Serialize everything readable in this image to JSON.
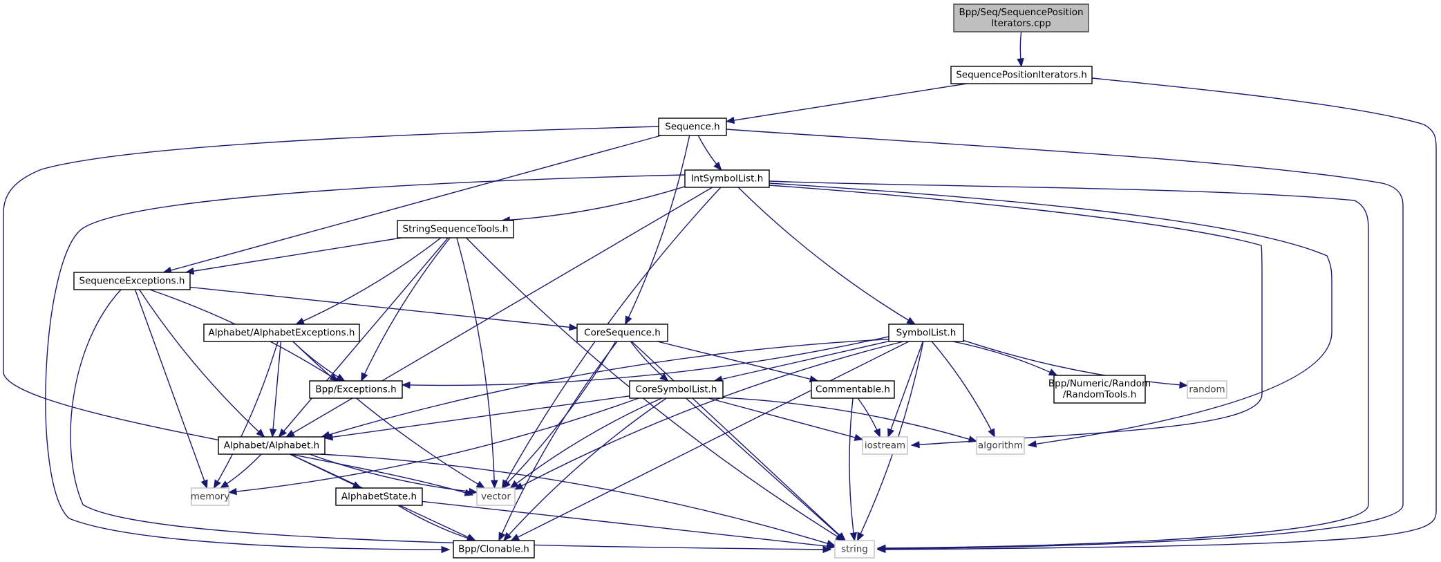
{
  "graph": {
    "title": "Include dependency graph for Bpp/Seq/SequencePositionIterators.cpp",
    "edge_color": "#191970",
    "nodes": [
      {
        "id": "root",
        "label": [
          "Bpp/Seq/SequencePosition",
          "Iterators.cpp"
        ],
        "kind": "focus",
        "fill": "#bfbfbf"
      },
      {
        "id": "spi_h",
        "label": [
          "SequencePositionIterators.h"
        ],
        "kind": "local"
      },
      {
        "id": "sequence_h",
        "label": [
          "Sequence.h"
        ],
        "kind": "local"
      },
      {
        "id": "intsymbollist_h",
        "label": [
          "IntSymbolList.h"
        ],
        "kind": "local"
      },
      {
        "id": "stringsequencetools_h",
        "label": [
          "StringSequenceTools.h"
        ],
        "kind": "local"
      },
      {
        "id": "sequenceexceptions_h",
        "label": [
          "SequenceExceptions.h"
        ],
        "kind": "local"
      },
      {
        "id": "coresequence_h",
        "label": [
          "CoreSequence.h"
        ],
        "kind": "local"
      },
      {
        "id": "symbollist_h",
        "label": [
          "SymbolList.h"
        ],
        "kind": "local"
      },
      {
        "id": "alphabetexceptions_h",
        "label": [
          "Alphabet/AlphabetExceptions.h"
        ],
        "kind": "local"
      },
      {
        "id": "exceptions_h",
        "label": [
          "Bpp/Exceptions.h"
        ],
        "kind": "local"
      },
      {
        "id": "coresymbollist_h",
        "label": [
          "CoreSymbolList.h"
        ],
        "kind": "local"
      },
      {
        "id": "commentable_h",
        "label": [
          "Commentable.h"
        ],
        "kind": "local"
      },
      {
        "id": "randomtools_h",
        "label": [
          "Bpp/Numeric/Random",
          "/RandomTools.h"
        ],
        "kind": "local"
      },
      {
        "id": "random",
        "label": [
          "random"
        ],
        "kind": "system"
      },
      {
        "id": "alphabet_h",
        "label": [
          "Alphabet/Alphabet.h"
        ],
        "kind": "local"
      },
      {
        "id": "iostream",
        "label": [
          "iostream"
        ],
        "kind": "system"
      },
      {
        "id": "algorithm",
        "label": [
          "algorithm"
        ],
        "kind": "system"
      },
      {
        "id": "memory",
        "label": [
          "memory"
        ],
        "kind": "system"
      },
      {
        "id": "vector",
        "label": [
          "vector"
        ],
        "kind": "system"
      },
      {
        "id": "alphabetstate_h",
        "label": [
          "AlphabetState.h"
        ],
        "kind": "local"
      },
      {
        "id": "clonable_h",
        "label": [
          "Bpp/Clonable.h"
        ],
        "kind": "local"
      },
      {
        "id": "string",
        "label": [
          "string"
        ],
        "kind": "system"
      }
    ],
    "edges": [
      [
        "root",
        "spi_h"
      ],
      [
        "spi_h",
        "sequence_h"
      ],
      [
        "spi_h",
        "string"
      ],
      [
        "sequence_h",
        "intsymbollist_h"
      ],
      [
        "sequence_h",
        "sequenceexceptions_h"
      ],
      [
        "sequence_h",
        "coresequence_h"
      ],
      [
        "sequence_h",
        "vector"
      ],
      [
        "sequence_h",
        "string"
      ],
      [
        "intsymbollist_h",
        "stringsequencetools_h"
      ],
      [
        "intsymbollist_h",
        "symbollist_h"
      ],
      [
        "intsymbollist_h",
        "alphabet_h"
      ],
      [
        "intsymbollist_h",
        "clonable_h"
      ],
      [
        "intsymbollist_h",
        "vector"
      ],
      [
        "intsymbollist_h",
        "iostream"
      ],
      [
        "intsymbollist_h",
        "algorithm"
      ],
      [
        "intsymbollist_h",
        "string"
      ],
      [
        "stringsequencetools_h",
        "sequenceexceptions_h"
      ],
      [
        "stringsequencetools_h",
        "alphabetexceptions_h"
      ],
      [
        "stringsequencetools_h",
        "exceptions_h"
      ],
      [
        "stringsequencetools_h",
        "alphabet_h"
      ],
      [
        "stringsequencetools_h",
        "vector"
      ],
      [
        "stringsequencetools_h",
        "string"
      ],
      [
        "sequenceexceptions_h",
        "coresequence_h"
      ],
      [
        "sequenceexceptions_h",
        "exceptions_h"
      ],
      [
        "sequenceexceptions_h",
        "alphabet_h"
      ],
      [
        "sequenceexceptions_h",
        "memory"
      ],
      [
        "sequenceexceptions_h",
        "string"
      ],
      [
        "coresequence_h",
        "coresymbollist_h"
      ],
      [
        "coresequence_h",
        "commentable_h"
      ],
      [
        "coresequence_h",
        "vector"
      ],
      [
        "coresequence_h",
        "clonable_h"
      ],
      [
        "coresequence_h",
        "string"
      ],
      [
        "symbollist_h",
        "exceptions_h"
      ],
      [
        "symbollist_h",
        "alphabet_h"
      ],
      [
        "symbollist_h",
        "coresymbollist_h"
      ],
      [
        "symbollist_h",
        "randomtools_h"
      ],
      [
        "symbollist_h",
        "random"
      ],
      [
        "symbollist_h",
        "iostream"
      ],
      [
        "symbollist_h",
        "algorithm"
      ],
      [
        "symbollist_h",
        "vector"
      ],
      [
        "symbollist_h",
        "clonable_h"
      ],
      [
        "symbollist_h",
        "string"
      ],
      [
        "alphabetexceptions_h",
        "exceptions_h"
      ],
      [
        "alphabetexceptions_h",
        "alphabet_h"
      ],
      [
        "alphabetexceptions_h",
        "memory"
      ],
      [
        "alphabetexceptions_h",
        "vector"
      ],
      [
        "coresymbollist_h",
        "alphabet_h"
      ],
      [
        "coresymbollist_h",
        "memory"
      ],
      [
        "coresymbollist_h",
        "vector"
      ],
      [
        "coresymbollist_h",
        "iostream"
      ],
      [
        "coresymbollist_h",
        "algorithm"
      ],
      [
        "coresymbollist_h",
        "clonable_h"
      ],
      [
        "coresymbollist_h",
        "string"
      ],
      [
        "commentable_h",
        "iostream"
      ],
      [
        "commentable_h",
        "string"
      ],
      [
        "alphabet_h",
        "alphabetstate_h"
      ],
      [
        "alphabet_h",
        "memory"
      ],
      [
        "alphabet_h",
        "vector"
      ],
      [
        "alphabet_h",
        "clonable_h"
      ],
      [
        "alphabet_h",
        "string"
      ],
      [
        "alphabetstate_h",
        "clonable_h"
      ],
      [
        "alphabetstate_h",
        "string"
      ]
    ]
  }
}
